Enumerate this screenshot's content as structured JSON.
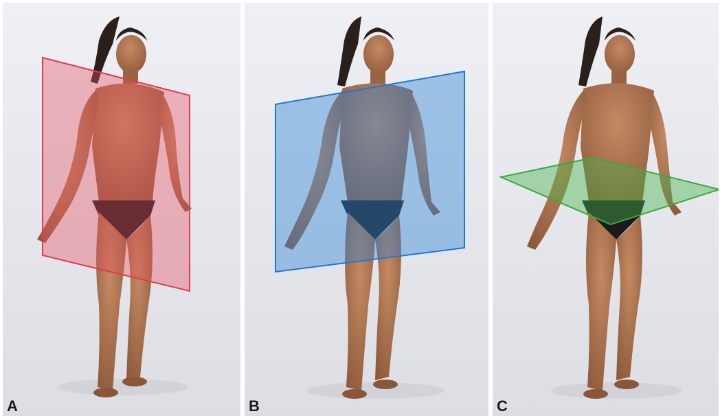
{
  "panels": [
    {
      "label": "A",
      "plane": "sagittal",
      "plane_color": "#e8505e"
    },
    {
      "label": "B",
      "plane": "frontal",
      "plane_color": "#2f86d6"
    },
    {
      "label": "C",
      "plane": "transverse",
      "plane_color": "#46b44a"
    }
  ],
  "colors": {
    "background": "#e9eaee",
    "skin": "#a8714f",
    "skin_shadow": "#7a4d33",
    "hair": "#2a1f1a",
    "briefs": "#1c1a1c"
  }
}
